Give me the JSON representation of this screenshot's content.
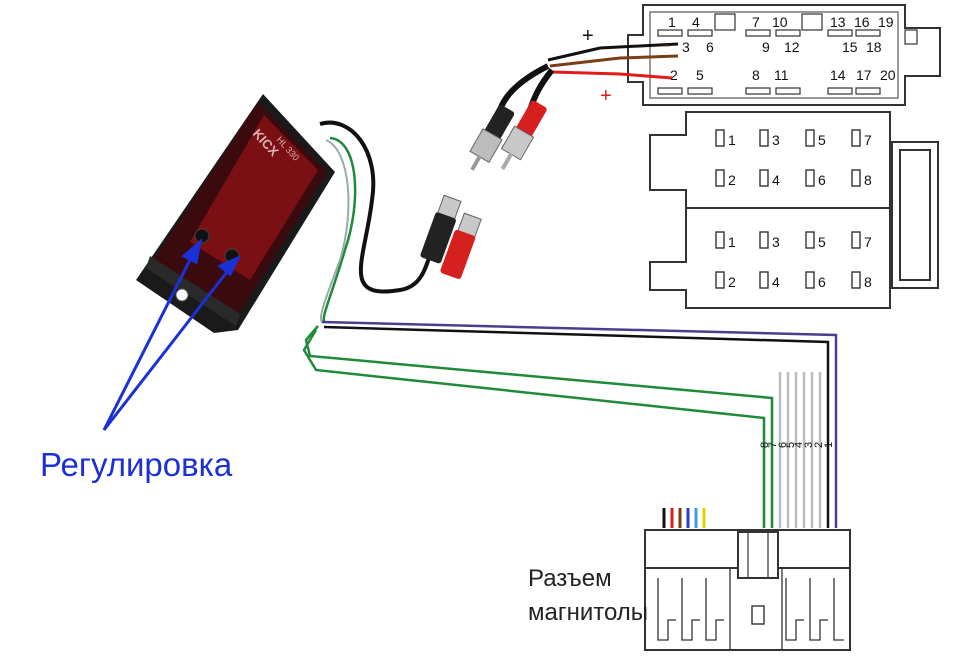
{
  "labels": {
    "adjustment": "Регулировка",
    "connector_line1": "Разъем",
    "connector_line2": "магнитолы"
  },
  "device": {
    "brand": "KICX",
    "model": "HL 330"
  },
  "polarity": {
    "plus_top": "+",
    "minus": "-",
    "plus_bottom": "+"
  },
  "iso_top_row": [
    "1",
    "4",
    "7",
    "10",
    "13",
    "16",
    "19"
  ],
  "iso_mid_row": [
    "3",
    "6",
    "9",
    "12",
    "15",
    "18"
  ],
  "iso_bot_row": [
    "2",
    "5",
    "8",
    "11",
    "14",
    "17",
    "20"
  ],
  "block1_pins": [
    "1",
    "3",
    "5",
    "7",
    "2",
    "4",
    "6",
    "8"
  ],
  "block2_pins": [
    "1",
    "3",
    "5",
    "7",
    "2",
    "4",
    "6",
    "8"
  ],
  "wire_numbers": [
    "8",
    "7",
    "6",
    "5",
    "4",
    "3",
    "2",
    "1"
  ],
  "colors": {
    "arrow_blue": "#1b30d6",
    "wire_green": "#1f8a3a",
    "wire_purple": "#4a3f8f",
    "wire_red": "#e01b1b",
    "wire_brown": "#7a3e12",
    "device_red": "#7a0f14"
  }
}
